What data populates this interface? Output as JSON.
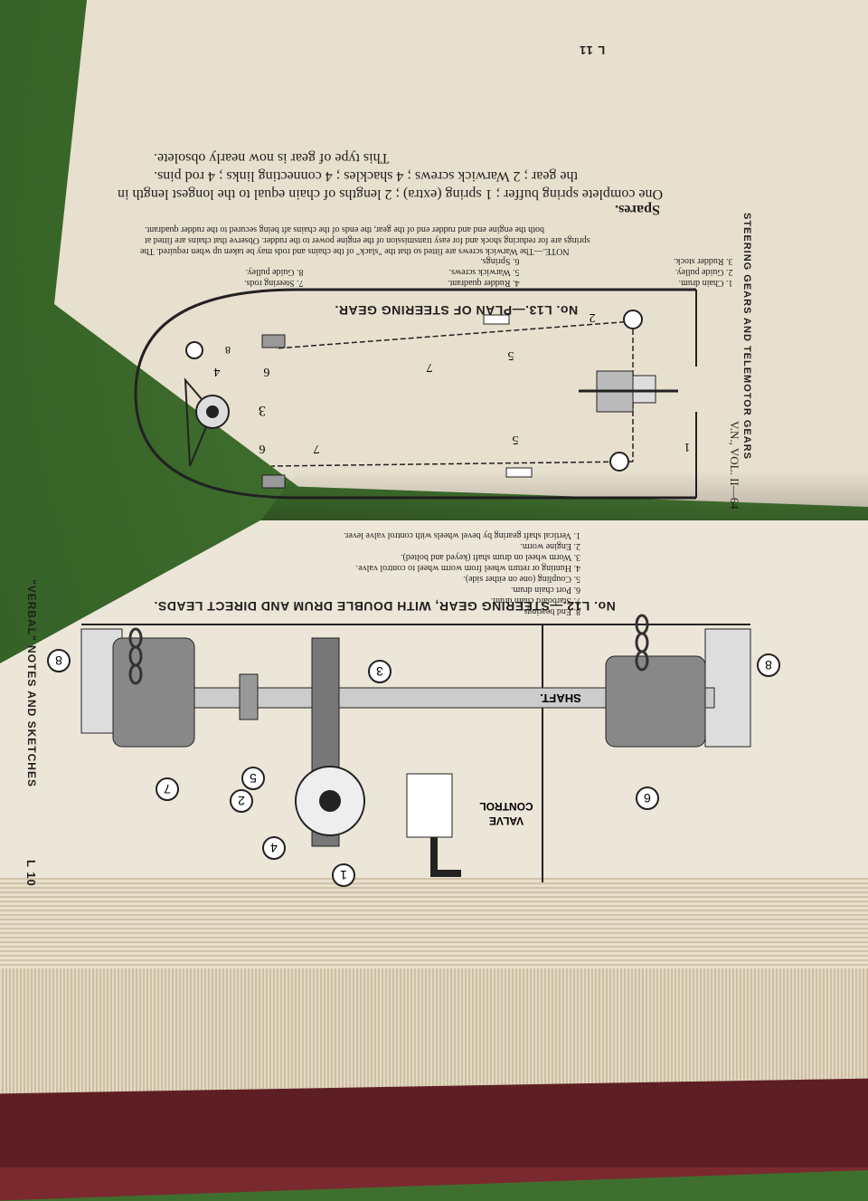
{
  "upper_page": {
    "folio": "L 11",
    "running_header": "STEERING GEARS AND TELEMOTOR GEARS",
    "figure_caption": "No. L13.—PLAN OF STEERING GEAR.",
    "legend_col1": [
      "1. Chain drum.",
      "2. Guide pulley.",
      "3. Rudder stock."
    ],
    "legend_col2": [
      "4. Rudder quadrant.",
      "5. Warwick screws.",
      "6. Springs."
    ],
    "legend_col3": [
      "7. Steering rods.",
      "8. Guide pulley."
    ],
    "note_lines": [
      "NOTE.—The Warwick screws are fitted so that the \"slack\" of the chains and rods may be taken up when required. The",
      "springs are for reducing shock and for easy transmission of the engine power to the rudder. Observe that chains are fitted at",
      "both the engine end and rudder end of the gear, the ends of the chains aft being secured to the rudder quadrant."
    ],
    "spares_heading": "Spares.",
    "spares_lines": [
      "One complete spring buffer ; 1 spring (extra) ; 2 lengths of chain equal to the longest length in",
      "the gear ; 2 Warwick screws ; 4 shackles ; 4 connecting links ; 4 rod pins."
    ],
    "obsolete_line": "This type of gear is now nearly obsolete.",
    "footer": "V.N., VOL. II—64",
    "diagram_labels": {
      "n1": "1",
      "n2": "2",
      "n3": "3",
      "n4": "4",
      "n5a": "5",
      "n5b": "5",
      "n6a": "6",
      "n6b": "6",
      "n7a": "7",
      "n7b": "7",
      "n8": "8"
    }
  },
  "lower_page": {
    "folio": "L 10",
    "running_header": "\"VERBAL\" NOTES AND SKETCHES",
    "figure_caption": "No. L12.—STEERING GEAR, WITH DOUBLE DRUM AND DIRECT LEADS.",
    "legend": [
      "1. Vertical shaft gearing by bevel wheels with control valve lever.",
      "2. Engine worm.",
      "3. Worm wheel on drum shaft (keyed and bolted).",
      "4. Hunting or return wheel from worm wheel to control valve.",
      "5. Coupling (one on either side).",
      "6. Port chain drum.",
      "7. Starboard chain drum.",
      "8. End bearings."
    ],
    "diagram_labels": {
      "shaft": "SHAFT.",
      "control_valve_1": "CONTROL",
      "control_valve_2": "VALVE",
      "c1": "1",
      "c2": "2",
      "c3": "3",
      "c4": "4",
      "c5": "5",
      "c6": "6",
      "c7": "7",
      "c8a": "8",
      "c8b": "8"
    }
  }
}
